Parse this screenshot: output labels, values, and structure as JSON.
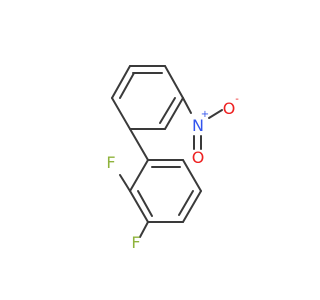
{
  "molecule": {
    "atoms": {
      "fluorine_1": "F",
      "fluorine_2": "F",
      "nitrogen": "N",
      "nitrogen_charge": "+",
      "oxygen_single": "O",
      "oxygen_single_charge": "-",
      "oxygen_double": "O"
    },
    "colors": {
      "bond": "#3a3a3a",
      "fluorine": "#8fb33c",
      "nitrogen": "#3355ee",
      "oxygen": "#ee2222"
    }
  }
}
